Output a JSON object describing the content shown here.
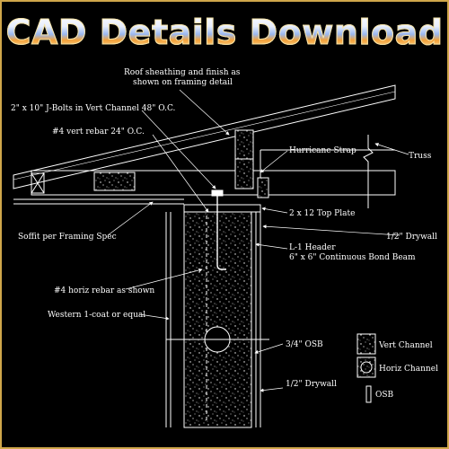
{
  "banner": {
    "title": "CAD Details Download"
  },
  "colors": {
    "border": "#cfa64a",
    "line": "#ffffff",
    "background": "#000000"
  },
  "labels": {
    "roof_sheathing_l1": "Roof sheathing and finish as",
    "roof_sheathing_l2": "shown on framing detail",
    "jbolts": "2\" x 10\" J-Bolts in Vert Channel 48\" O.C.",
    "vert_rebar": "#4 vert rebar 24\" O.C.",
    "hurricane_strap": "Hurricane Strap",
    "truss": "Truss",
    "top_plate": "2 x 12 Top Plate",
    "soffit": "Soffit per Framing Spec",
    "drywall_top": "1/2\" Drywall",
    "header_l1": "L-1 Header",
    "header_l2": "6\" x 6\" Continuous Bond Beam",
    "horiz_rebar": "#4 horiz rebar as shown",
    "western": "Western 1-coat or equal",
    "osb": "3/4\" OSB",
    "drywall_bottom": "1/2\" Drywall"
  },
  "legend": {
    "vert_channel": "Vert Channel",
    "horiz_channel": "Horiz Channel",
    "osb": "OSB"
  }
}
